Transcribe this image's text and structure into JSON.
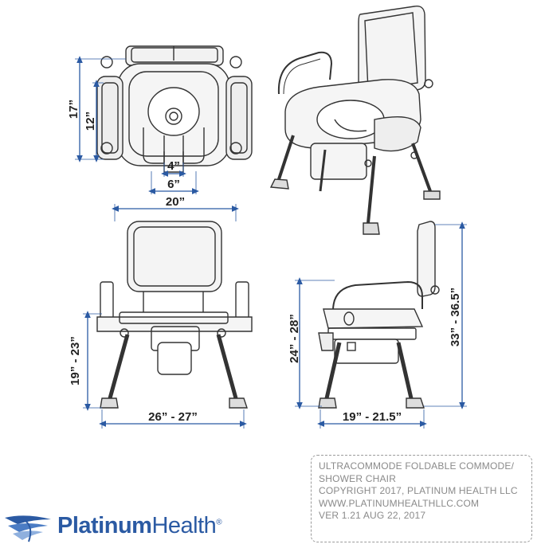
{
  "dimensions": {
    "top_overall_depth": "17”",
    "top_seat_depth": "12”",
    "top_opening_narrow": "4”",
    "top_opening_wide": "6”",
    "top_width": "20”",
    "front_seat_height": "19” - 23”",
    "front_base_width": "26” - 27”",
    "side_arm_height": "24” - 28”",
    "side_back_height": "33” - 36.5”",
    "side_base_depth": "19” - 21.5”"
  },
  "info": {
    "lines": [
      "ULTRACOMMODE FOLDABLE COMMODE/",
      "SHOWER CHAIR",
      "COPYRIGHT 2017, PLATINUM HEALTH LLC",
      "WWW.PLATINUMHEALTHLLC.COM",
      "VER 1.21 AUG 22, 2017"
    ]
  },
  "brand": {
    "name_bold": "Platinum",
    "name_light": "Health",
    "trademark": "®"
  },
  "colors": {
    "dimension_line": "#2b5aa3",
    "brand": "#2b5aa3",
    "drawing_line": "#333333",
    "info_text": "#8a8a8a"
  }
}
